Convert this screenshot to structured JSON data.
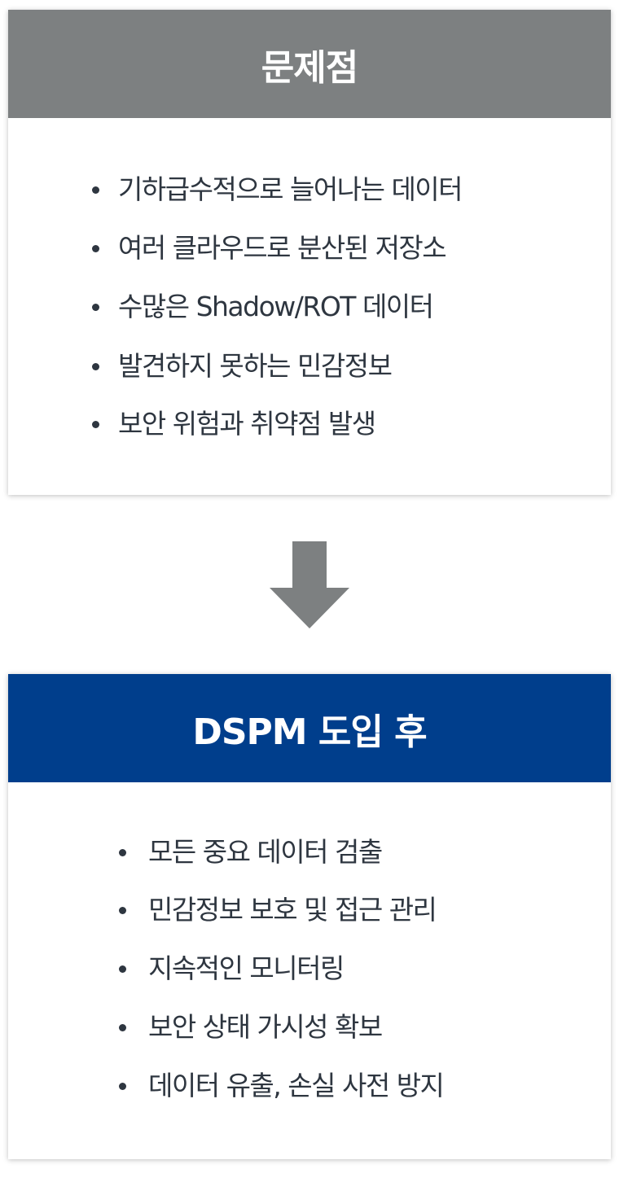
{
  "problem": {
    "title": "문제점",
    "header_color": "#7d8081",
    "items": [
      "기하급수적으로 늘어나는 데이터",
      "여러 클라우드로 분산된 저장소",
      "수많은 Shadow/ROT 데이터",
      "발견하지 못하는 민감정보",
      "보안 위험과 취약점 발생"
    ]
  },
  "arrow": {
    "icon": "arrow-down-icon",
    "color": "#7d8081"
  },
  "solution": {
    "title": "DSPM 도입 후",
    "header_color": "#003e8c",
    "items": [
      "모든 중요 데이터 검출",
      "민감정보 보호 및 접근 관리",
      "지속적인 모니터링",
      "보안 상태 가시성 확보",
      "데이터 유출, 손실 사전 방지"
    ]
  }
}
